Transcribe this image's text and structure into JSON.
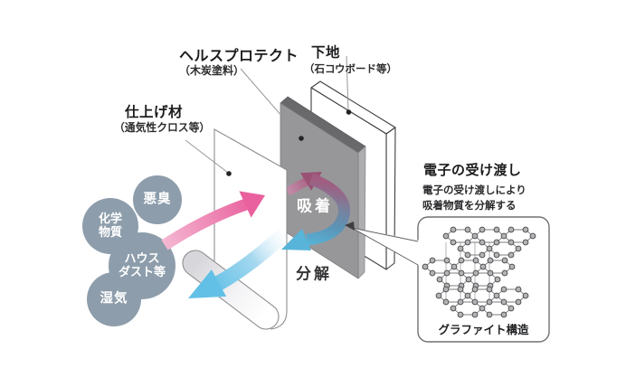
{
  "diagram": {
    "materials": {
      "health_protect": {
        "title": "ヘルスプロテクト",
        "subtitle": "（木炭塗料）"
      },
      "base": {
        "title": "下地",
        "subtitle": "（石コウボード等）"
      },
      "finish": {
        "title": "仕上げ材",
        "subtitle": "（通気性クロス等）"
      }
    },
    "pollutants": [
      {
        "line1": "悪臭"
      },
      {
        "line1": "化学",
        "line2": "物質"
      },
      {
        "line1": "ハウス",
        "line2": "ダスト等"
      },
      {
        "line1": "湿気"
      }
    ],
    "process": {
      "adsorption": "吸着",
      "decomposition": "分解"
    },
    "electron_transfer": {
      "title": "電子の受け渡し",
      "description_line1": "電子の受け渡しにより",
      "description_line2": "吸着物質を分解する"
    },
    "graphite": {
      "caption": "グラファイト構造"
    },
    "colors": {
      "adsorption_pink": "#e9619e",
      "adsorption_deep_magenta": "#9b5173",
      "decomposition_blue": "#62c0e6",
      "pollutant_circle": "#8d9dab",
      "panel_gray": "#97979a"
    }
  }
}
